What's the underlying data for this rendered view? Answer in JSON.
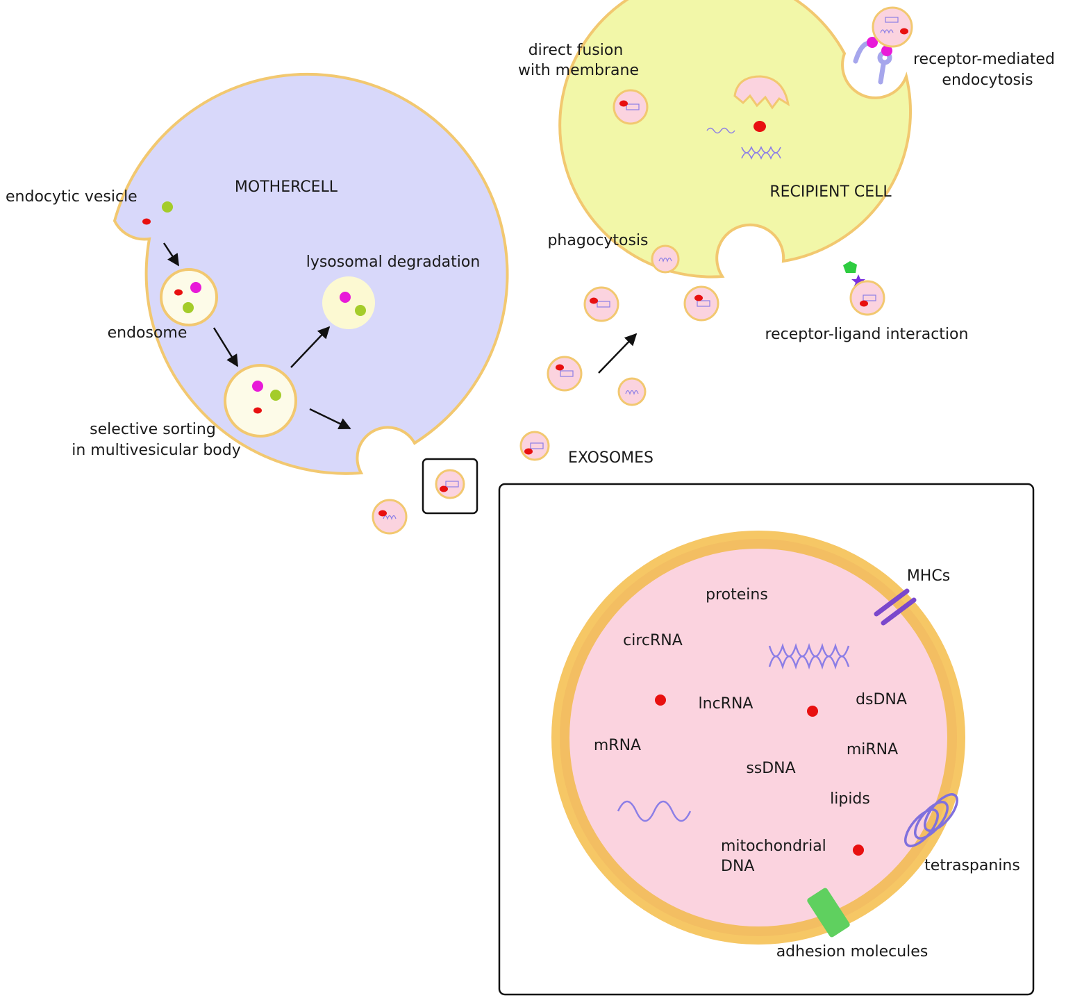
{
  "colors": {
    "mother_cell_fill": "#d8d8fa",
    "recipient_cell_fill": "#f2f7a8",
    "membrane": "#f2c870",
    "exosome_fill": "#fbd3df",
    "vesicle_fill": "#fdfbe8",
    "red_dot": "#e81010",
    "magenta_dot": "#e81ad8",
    "green_dot": "#a4cc2a",
    "nucleic_acid": "#8c7ee6",
    "tetraspanin": "#8070dd",
    "mhc": "#7a48cc",
    "adhesion": "#5fd05f",
    "ligand_green": "#2ecc40",
    "ligand_star": "#7a2ee0"
  },
  "mother_cell": {
    "title": "MOTHERCELL",
    "labels": {
      "endocytic_vesicle": "endocytic vesicle",
      "endosome": "endosome",
      "lysosomal_degradation": "lysosomal degradation",
      "sorting_line1": "selective sorting",
      "sorting_line2": "in multivesicular body"
    }
  },
  "recipient_cell": {
    "title": "RECIPIENT CELL",
    "labels": {
      "direct_fusion_line1": "direct fusion",
      "direct_fusion_line2": "with membrane",
      "receptor_mediated_line1": "receptor-mediated",
      "receptor_mediated_line2": "endocytosis",
      "phagocytosis": "phagocytosis",
      "receptor_ligand": "receptor-ligand interaction"
    }
  },
  "exosomes_label": "EXOSOMES",
  "exosome_detail": {
    "labels": {
      "proteins": "proteins",
      "mhcs": "MHCs",
      "circrna": "circRNA",
      "lncrna": "lncRNA",
      "dsdna": "dsDNA",
      "mrna": "mRNA",
      "ssdna": "ssDNA",
      "mirna": "miRNA",
      "lipids": "lipids",
      "mito_line1": "mitochondrial",
      "mito_line2": "DNA",
      "tetraspanins": "tetraspanins",
      "adhesion_molecules": "adhesion molecules"
    }
  }
}
